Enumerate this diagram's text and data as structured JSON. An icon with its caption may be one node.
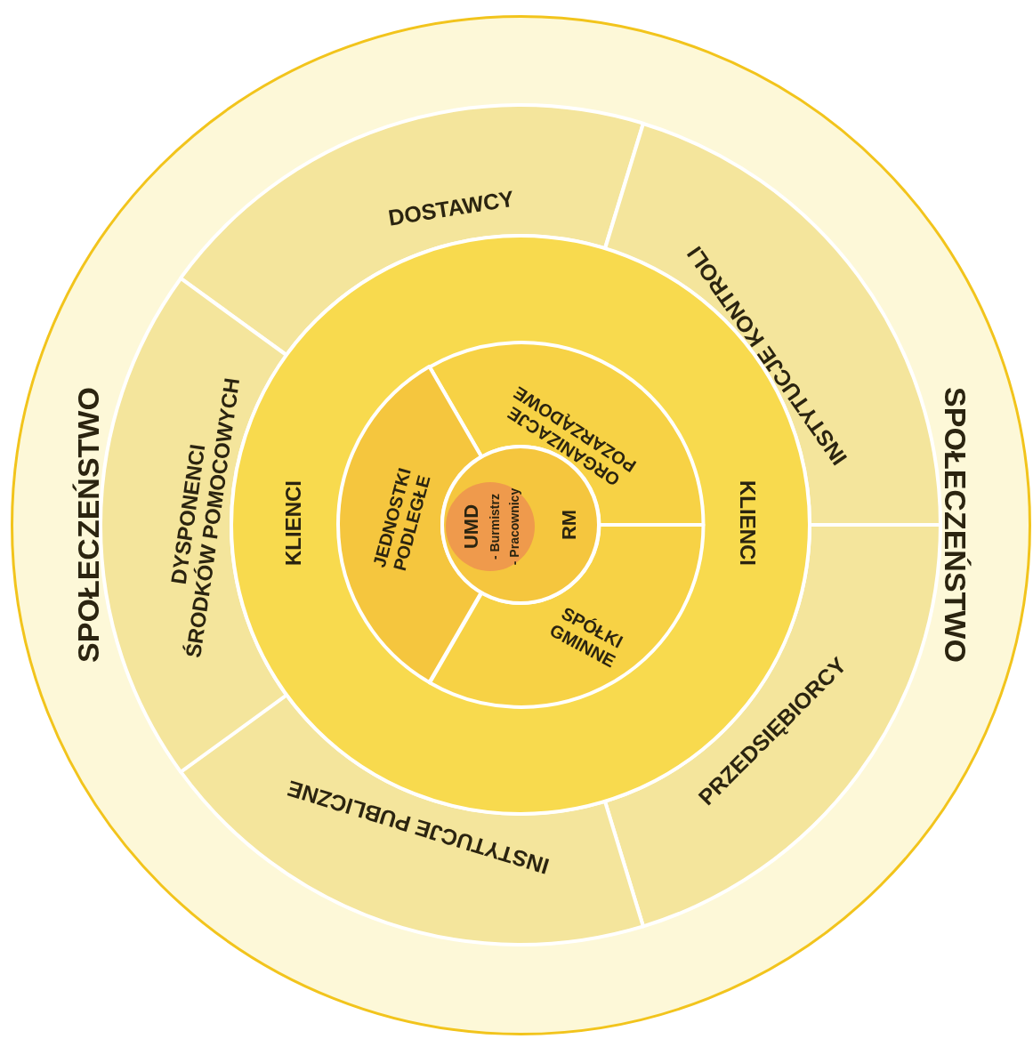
{
  "diagram": {
    "nodes": [
      {
        "text": [
          "SPOŁECZEŃSTWO",
          "SPOŁECZEŃSTWO"
        ]
      },
      {
        "text": [
          "DOSTAWCY"
        ],
        "in": 0
      },
      {
        "text": [
          "INSTYTUCJE KONTROLI"
        ],
        "in": 0
      },
      {
        "text": [
          "PRZEDSIĘBIORCY"
        ],
        "in": 0
      },
      {
        "text": [
          "INSTYTUCJE PUBLICZNE"
        ],
        "in": 0
      },
      {
        "text": [
          "DYSPONENCI ŚRODKÓW POMOCOWYCH"
        ],
        "in": 0
      },
      {
        "text": [
          "KLIENCI",
          "KLIENCI"
        ],
        "in": 0
      },
      {
        "text": [
          "ORGANIZACJE POZARZĄDOWE"
        ],
        "in": 6
      },
      {
        "text": [
          "SPÓŁKI GMINNE"
        ],
        "in": 6
      },
      {
        "text": [
          "JEDNOSTKI PODLEGŁE"
        ],
        "in": 6
      },
      {
        "text": [
          "RM"
        ],
        "in": 6
      },
      {
        "text": [
          "UMD",
          "- Burmistrz",
          "- Pracownicy"
        ],
        "in": 10
      }
    ],
    "edges": []
  }
}
